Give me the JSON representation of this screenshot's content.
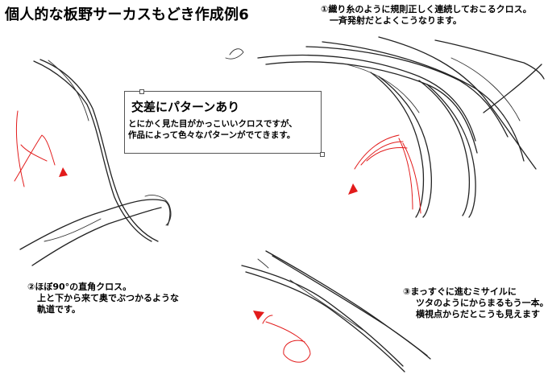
{
  "title": "個人的な板野サーカスもどき作成例6",
  "callout": {
    "heading": "交差にパターンあり",
    "lines": [
      "とにかく見た目がかっこいいクロスですが、",
      "作品によって色々なパターンがでてきます。"
    ]
  },
  "notes": [
    {
      "lines": [
        "①織り糸のように規則正しく連続しておこるクロス。",
        "一斉発射だとよくこうなります。"
      ]
    },
    {
      "lines": [
        "②ほぼ90°の直角クロス。",
        "上と下から来て奥でぶつかるような",
        "軌道です。"
      ]
    },
    {
      "lines": [
        "③まっすぐに進むミサイルに",
        "ツタのようにからまるもう一本。",
        "横視点からだとこうも見えます"
      ]
    }
  ],
  "colors": {
    "ink": "#222222",
    "accent": "#e21b1b",
    "border": "#555555",
    "background": "#ffffff"
  }
}
